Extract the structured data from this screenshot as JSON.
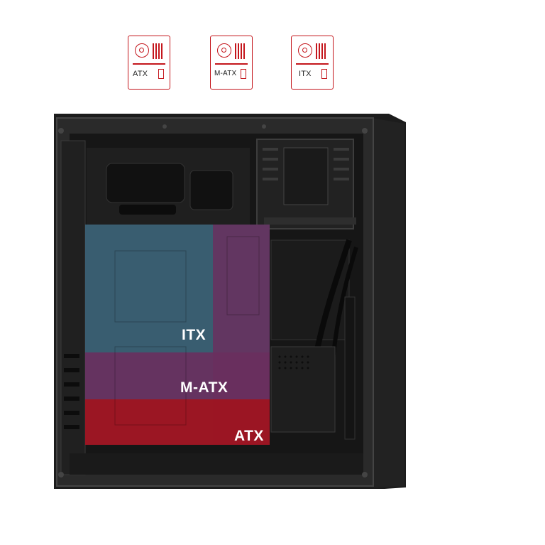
{
  "badges": [
    {
      "label": "ATX"
    },
    {
      "label": "M-ATX"
    },
    {
      "label": "ITX"
    }
  ],
  "zones": {
    "itx": "ITX",
    "matx": "M-ATX",
    "atx": "ATX"
  },
  "colors": {
    "accent": "#c4161c",
    "itx": "#3d6478",
    "matx": "#6a2f5e",
    "atx": "#a0141e"
  }
}
